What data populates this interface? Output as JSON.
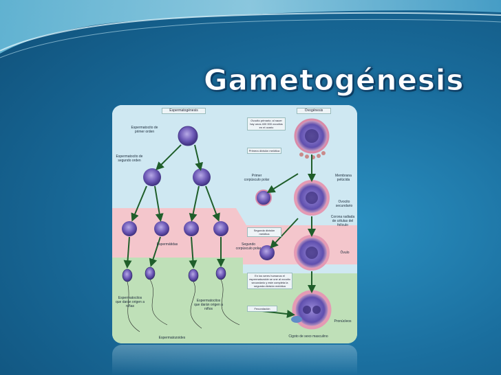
{
  "slide": {
    "title": "Gametogénesis"
  },
  "diagram": {
    "left_header": "Espermatogénesis",
    "right_header": "Ovogénesis",
    "labels": {
      "primer_orden": "Espermatocito de primer orden",
      "segundo_orden": "Espermatocito de segundo orden",
      "espermatidas": "Espermátidas",
      "espermatocitos_x": "Espermatocitos que darán origen a niñas",
      "espermatocitos_y": "Espermatocitos que darán origen a niños",
      "espermatozoides": "Espermatozoides",
      "ovocito_primario": "Ovocito primario: al nacer hay unos 400 000 ovocitos en el ovario",
      "primera_division": "Primera división meiótica",
      "primer_corpusculo": "Primer corpúsculo polar",
      "membrana": "Membrana pelúcida",
      "ovocito_secundario": "Ovocito secundario",
      "corona": "Corona radiada de células del folículo",
      "segunda_division": "Segunda división meiótica",
      "segundo_corpusculo": "Segundo corpúsculo polar",
      "ovulo": "Óvulo",
      "nota": "En los seres humanos el espermatozoide se une al ovocito secundario y este completa la segunda división meiótica",
      "fecundacion": "Fecundación",
      "pronucleos": "Pronúcleos",
      "cigoto": "Cigoto de sexo masculino"
    }
  },
  "colors": {
    "bg_blue": "#cfe8f2",
    "pink_band": "#f4c6cc",
    "green_band": "#bfe0b8",
    "cell_purple": "#5a4a9a",
    "arrow_green": "#2f7a3a",
    "title_white": "#ffffff"
  }
}
